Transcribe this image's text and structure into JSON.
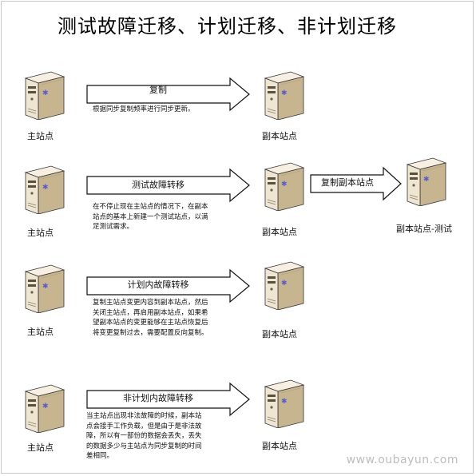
{
  "title": "测试故障迁移、计划迁移、非计划迁移",
  "rows": [
    {
      "source_label": "主站点",
      "arrow_label": "复制",
      "description": "根据同步复制频率进行同步更新。",
      "target_label": "副本站点"
    },
    {
      "source_label": "主站点",
      "arrow_label": "测试故障转移",
      "description": "在不停止现在主站点的情况下，在副本\n站点的基本上新建一个测试站点，以满\n足测试需求。",
      "target_label": "副本站点",
      "extra_arrow_label": "复制副本站点",
      "extra_target_label": "副本站点-测试"
    },
    {
      "source_label": "主站点",
      "arrow_label": "计划内故障转移",
      "description": "复制主站点变更内容到副本站点，然后\n关闭主站点，再启用副本站点，如果希\n望副本站点的变更能够在主站点恢复后\n将变更复制过去，需要配置反向复制。",
      "target_label": "副本站点"
    },
    {
      "source_label": "主站点",
      "arrow_label": "非计划内故障转移",
      "description": "当主站点出现非法故障的时候，副本站\n点会接手工作负载，但是由于是非法故\n障，所以有一部份的数据会丢失，丢失\n的数据多少与主站点为同步复制的时间\n差相同。",
      "target_label": "副本站点"
    }
  ],
  "watermark": "www.oubayun.com",
  "colors": {
    "server_front": "#efe6d2",
    "server_side": "#c7b590",
    "server_top": "#f7f0e2",
    "outline": "#333333"
  }
}
